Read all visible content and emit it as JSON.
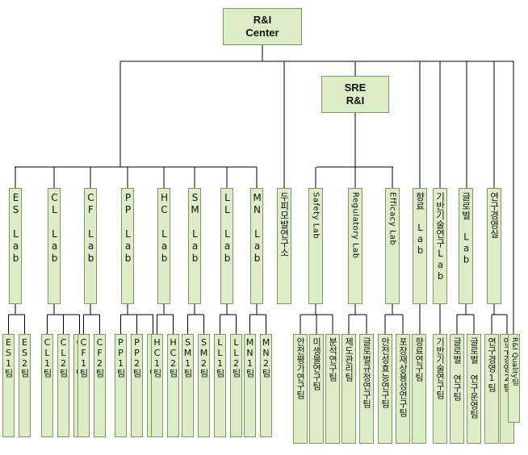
{
  "root": {
    "label": "R&I\nCenter"
  },
  "sre": {
    "label": "SRE\nR&I"
  },
  "labs": [
    {
      "label": "ES Lab",
      "teams": [
        "ES1팀",
        "ES2팀"
      ]
    },
    {
      "label": "CL Lab",
      "teams": [
        "CL1팀",
        "CL2팀",
        "CL3팀"
      ]
    },
    {
      "label": "CF Lab",
      "teams": [
        "CF1팀",
        "CF2팀"
      ]
    },
    {
      "label": "PP Lab",
      "teams": [
        "PP1팀",
        "PP2팀",
        "PP3팀"
      ]
    },
    {
      "label": "HC Lab",
      "teams": [
        "HC1팀",
        "HC2팀"
      ]
    },
    {
      "label": "SM Lab",
      "teams": [
        "SM1팀",
        "SM2팀"
      ]
    },
    {
      "label": "LL Lab",
      "teams": [
        "LL1팀",
        "LL2팀"
      ]
    },
    {
      "label": "MN Lab",
      "teams": [
        "MN1팀",
        "MN2팀"
      ]
    }
  ],
  "institute": {
    "label": "두피모발연구소"
  },
  "sre_labs": [
    {
      "label": "Safety Lab",
      "teams": [
        "안전평가연구팀",
        "미생물연구팀",
        "분석연구팀"
      ]
    },
    {
      "label": "Regulatory Lab",
      "teams": [
        "제도관리팀",
        "글로벌규정연구팀"
      ]
    },
    {
      "label": "Efficacy Lab",
      "teams": [
        "안전성효능연구팀",
        "포장재상용성연구팀"
      ]
    }
  ],
  "other_labs": [
    {
      "label": "향료 Lab",
      "teams": [
        "향료연구팀"
      ]
    },
    {
      "label": "기반기술연구Lab",
      "teams": [
        "기반기술연구팀"
      ]
    },
    {
      "label": "글로벌 Lab",
      "teams": [
        "글로벌 연구팀",
        "글로벌 연구운영팀"
      ]
    },
    {
      "label": "연구경영실",
      "teams": [
        "연구경영1팀",
        "연구경영2팀"
      ]
    }
  ],
  "quality_team": {
    "label": "R&I Quality팀"
  },
  "colors": {
    "box_fill": "#dcedc8",
    "box_border": "#7d9a5c",
    "line": "#000000"
  }
}
